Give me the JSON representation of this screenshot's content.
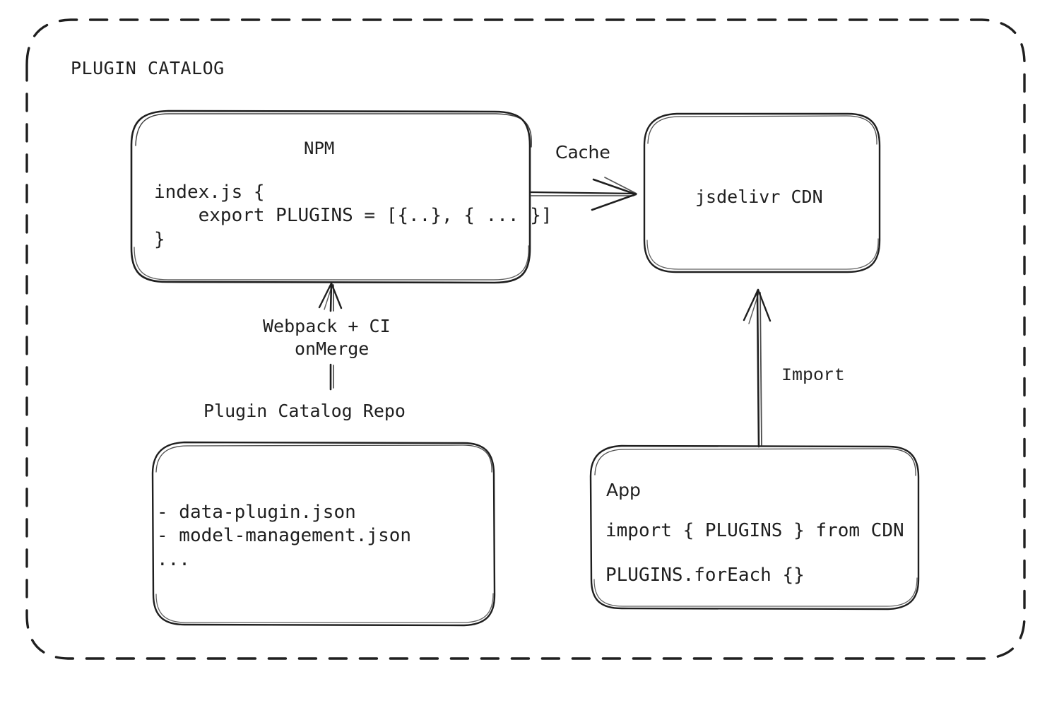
{
  "diagram": {
    "title": "PLUGIN CATALOG",
    "colors": {
      "stroke": "#1f1f1f",
      "text": "#1f1f1f",
      "background": "#ffffff"
    },
    "nodes": {
      "npm": {
        "title": "NPM",
        "code": "index.js {\n    export PLUGINS = [{..}, { ... }]\n}"
      },
      "cdn": {
        "title": "jsdelivr CDN"
      },
      "repo": {
        "label": "Plugin Catalog Repo",
        "items": "- data-plugin.json\n- model-management.json\n..."
      },
      "app": {
        "title": "App",
        "line1": "import { PLUGINS } from CDN",
        "line2": "PLUGINS.forEach {}"
      }
    },
    "edges": {
      "cache": {
        "label": "Cache",
        "from": "npm",
        "to": "cdn"
      },
      "build": {
        "label_line1": "Webpack + CI",
        "label_line2": "onMerge",
        "from": "repo",
        "to": "npm"
      },
      "import": {
        "label": "Import",
        "from": "app",
        "to": "cdn"
      }
    }
  }
}
